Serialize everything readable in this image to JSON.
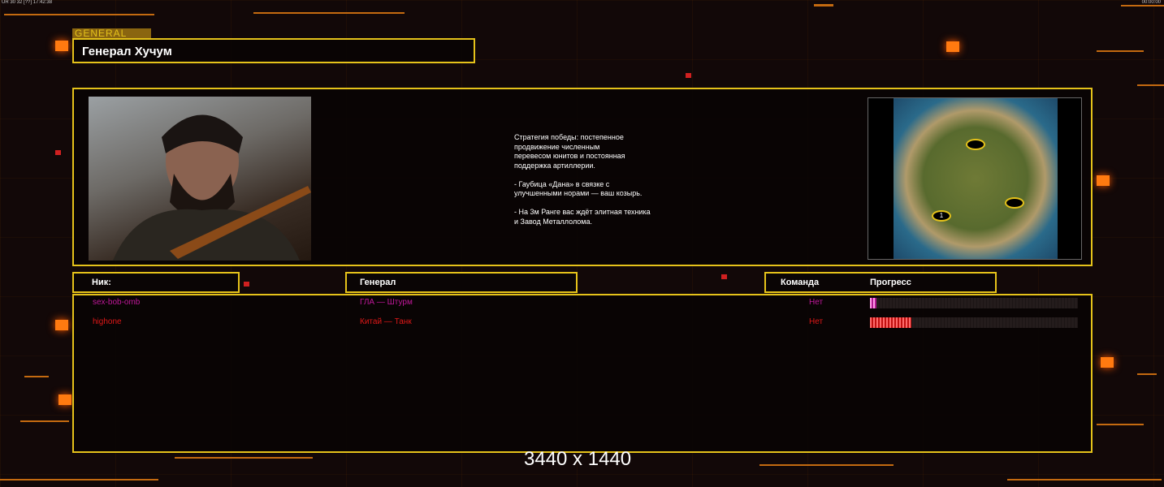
{
  "hud": {
    "status": "UR 30 32 [??] 17:42:38",
    "clock": "00:00:00"
  },
  "header": {
    "label": "GENERAL",
    "title": "Генерал Хучум"
  },
  "general": {
    "portrait": "general-portrait",
    "description": "Стратегия победы: постепенное\nпродвижение численным\nперевесом юнитов и постоянная\nподдержка артиллерии.\n\n- Гаубица «Дана» в связке с\nулучшенными норами — ваш козырь.\n\n- На 3м Ранге вас ждёт элитная техника\nи Завод Металлолома.",
    "map_marker": "1"
  },
  "columns": {
    "nick": "Ник:",
    "general": "Генерал",
    "team": "Команда",
    "progress": "Прогресс"
  },
  "players": [
    {
      "nick": "sex-bob-omb",
      "general": "ГЛА — Штурм",
      "team": "Нет",
      "progress": 3,
      "color": "#c0189a"
    },
    {
      "nick": "highone",
      "general": "Китай — Танк",
      "team": "Нет",
      "progress": 20,
      "color": "#e01818"
    }
  ],
  "resolution": "3440 x 1440"
}
